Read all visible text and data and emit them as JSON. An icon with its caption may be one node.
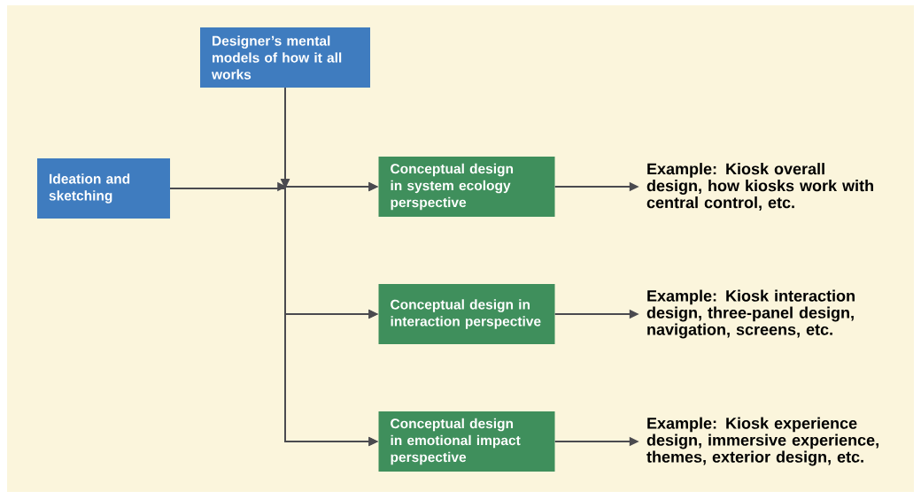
{
  "diagram": {
    "nodes": [
      {
        "text": [
          "Designer’s mental models of how it all works"
        ]
      },
      {
        "text": [
          "Ideation and sketching"
        ]
      },
      {
        "text": [
          "Conceptual design in system ecology perspective"
        ]
      },
      {
        "text": [
          "Conceptual design in interaction perspective"
        ]
      },
      {
        "text": [
          "Conceptual design in emotional impact perspective"
        ]
      },
      {
        "text": [
          "Example: Kiosk overall design, how kiosks work with central control, etc."
        ]
      },
      {
        "text": [
          "Example: Kiosk interaction design, three-panel design, navigation, screens, etc."
        ]
      },
      {
        "text": [
          "Example: Kiosk experience design, immersive experience, themes, exterior design, etc."
        ]
      }
    ],
    "edges": [
      {
        "from": 0,
        "to": 2,
        "arrow": "to"
      },
      {
        "from": 0,
        "to": 3,
        "arrow": "to"
      },
      {
        "from": 0,
        "to": 4,
        "arrow": "to"
      },
      {
        "from": 1,
        "to": 2,
        "arrow": "to"
      },
      {
        "from": 1,
        "to": 3,
        "arrow": "to"
      },
      {
        "from": 1,
        "to": 4,
        "arrow": "to"
      },
      {
        "from": 2,
        "to": 5,
        "arrow": "to"
      },
      {
        "from": 3,
        "to": 6,
        "arrow": "to"
      },
      {
        "from": 4,
        "to": 7,
        "arrow": "to"
      }
    ]
  }
}
